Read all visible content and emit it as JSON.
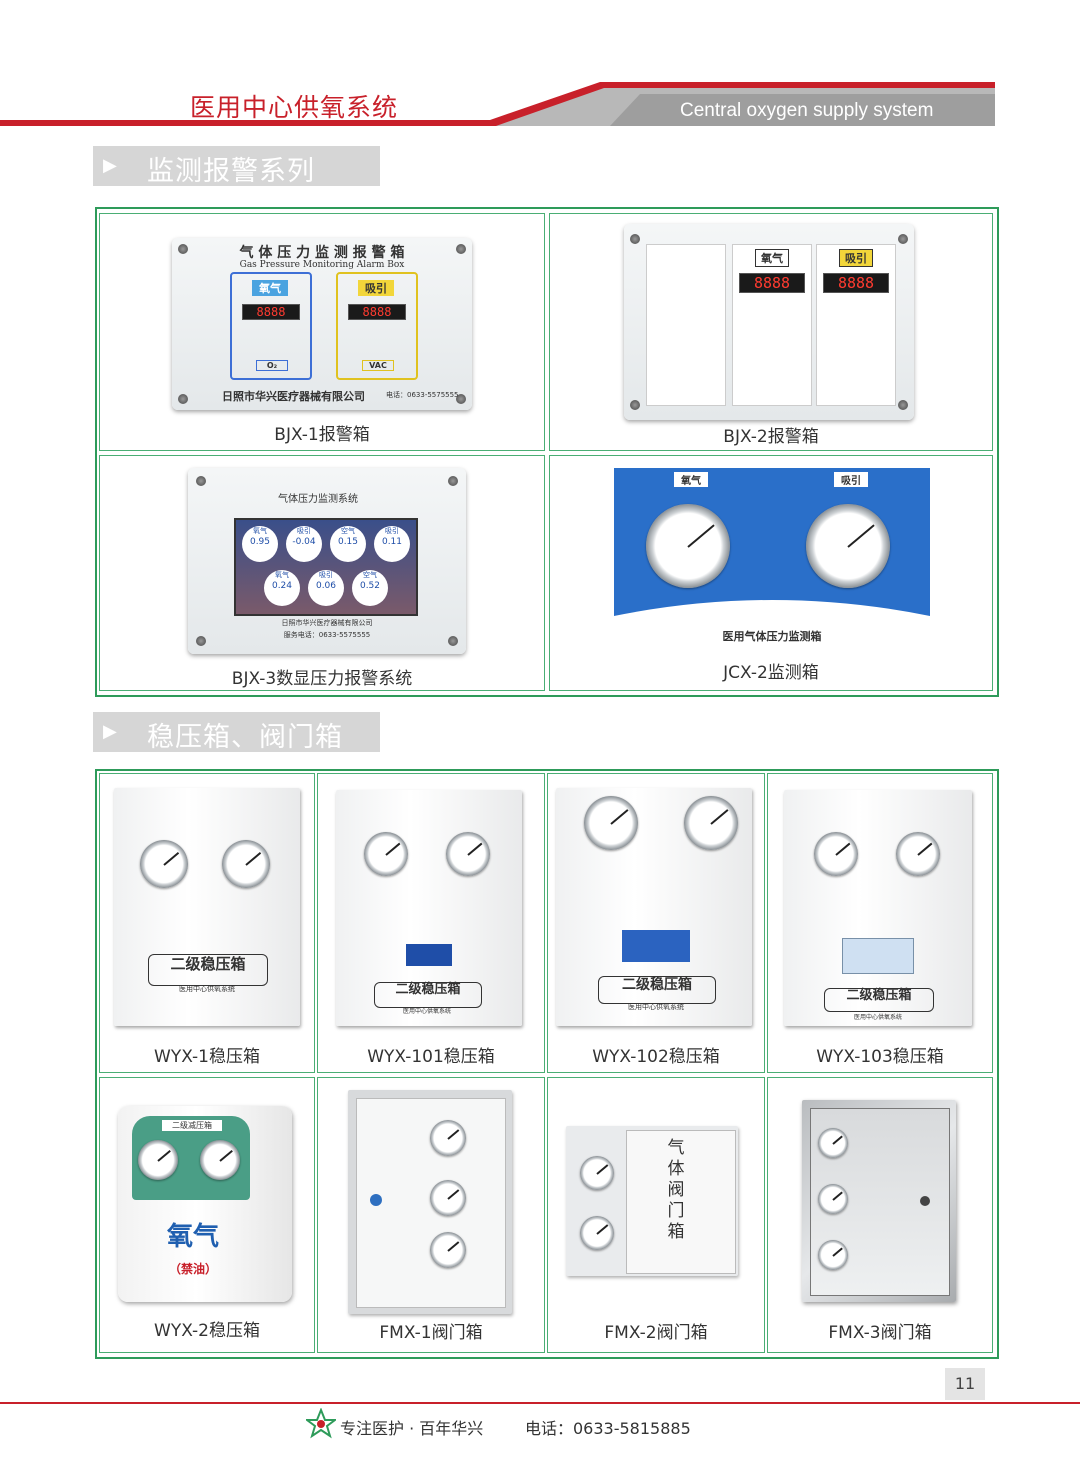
{
  "header": {
    "title_cn": "医用中心供氧系统",
    "title_en": "Central oxygen supply system"
  },
  "sections": {
    "monitoring": "监测报警系列",
    "regulator": "稳压箱、阀门箱"
  },
  "colors": {
    "brand_red": "#c8202a",
    "grid_green": "#2e9b5a",
    "section_gray": "#d6d6d6"
  },
  "monitoring_products": [
    {
      "caption": "BJX-1报警箱"
    },
    {
      "caption": "BJX-2报警箱"
    },
    {
      "caption": "BJX-3数显压力报警系统"
    },
    {
      "caption": "JCX-2监测箱"
    }
  ],
  "regulator_products": [
    {
      "caption": "WYX-1稳压箱"
    },
    {
      "caption": "WYX-101稳压箱"
    },
    {
      "caption": "WYX-102稳压箱"
    },
    {
      "caption": "WYX-103稳压箱"
    },
    {
      "caption": "WYX-2稳压箱"
    },
    {
      "caption": "FMX-1阀门箱"
    },
    {
      "caption": "FMX-2阀门箱"
    },
    {
      "caption": "FMX-3阀门箱"
    }
  ],
  "bjx1": {
    "title": "气 体 压 力 监 测 报 警 箱",
    "subtitle": "Gas Pressure Monitoring Alarm Box",
    "left_label": "氧气",
    "right_label": "吸引",
    "left_code": "O₂",
    "right_code": "VAC",
    "display": "8888",
    "company": "日照市华兴医疗器械有限公司",
    "phone": "电话：0633-5575555"
  },
  "bjx2": {
    "label_o2": "氧气",
    "label_vac": "吸引",
    "display": "8888"
  },
  "bjx3": {
    "title": "气体压力监测系统",
    "company": "日照市华兴医疗器械有限公司",
    "phone": "服务电话：0633-5575555",
    "readings": [
      {
        "name": "氧气",
        "value": "0.95"
      },
      {
        "name": "吸引",
        "value": "-0.04"
      },
      {
        "name": "空气",
        "value": "0.15"
      },
      {
        "name": "吸引",
        "value": "0.11"
      },
      {
        "name": "氧气",
        "value": "0.24"
      },
      {
        "name": "吸引",
        "value": "0.06"
      },
      {
        "name": "空气",
        "value": "0.52"
      }
    ]
  },
  "jcx2": {
    "label_left": "氧气",
    "label_right": "吸引",
    "name": "医用气体压力监测箱"
  },
  "regulator_box": {
    "title": "二级稳压箱",
    "subtitle": "医用中心供氧系统"
  },
  "wyx2": {
    "header": "二级减压箱",
    "gas": "氧气",
    "warning": "（禁油）"
  },
  "fmx2": {
    "vertical_text": "气体阀门箱"
  },
  "footer": {
    "page_number": "11",
    "slogan": "专注医护 · 百年华兴",
    "phone": "电话：0633-5815885"
  }
}
